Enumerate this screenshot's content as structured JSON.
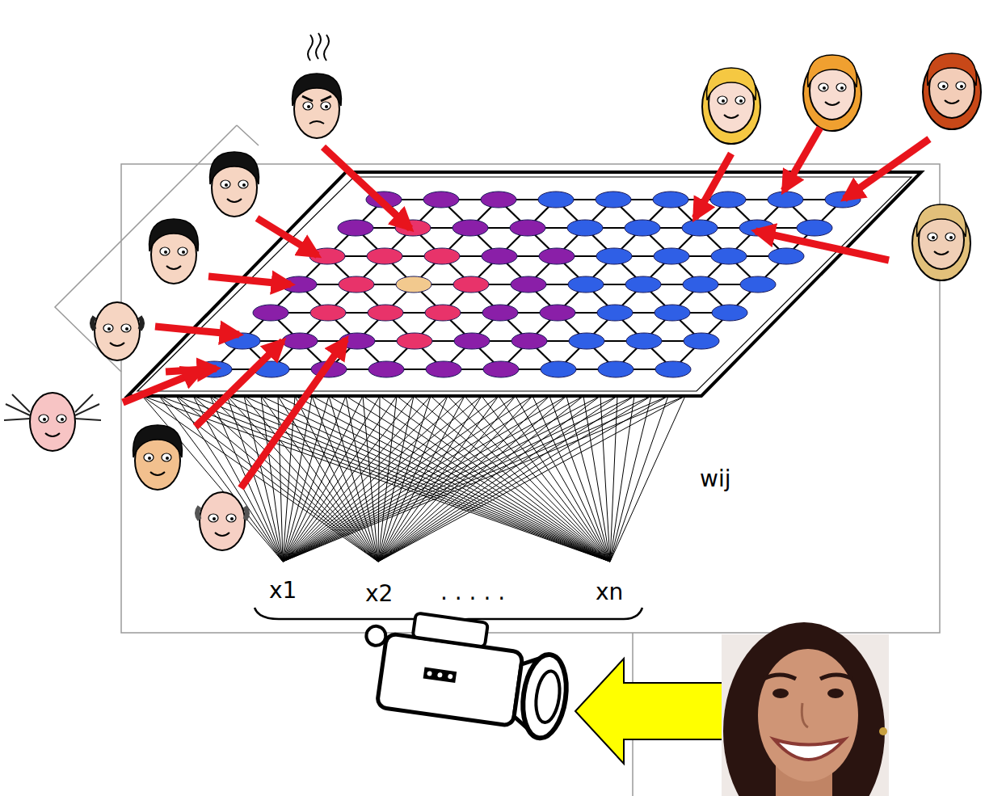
{
  "diagram": {
    "labels": [
      "x1",
      "x2",
      ". . . . .",
      "xn",
      "wij"
    ]
  }
}
